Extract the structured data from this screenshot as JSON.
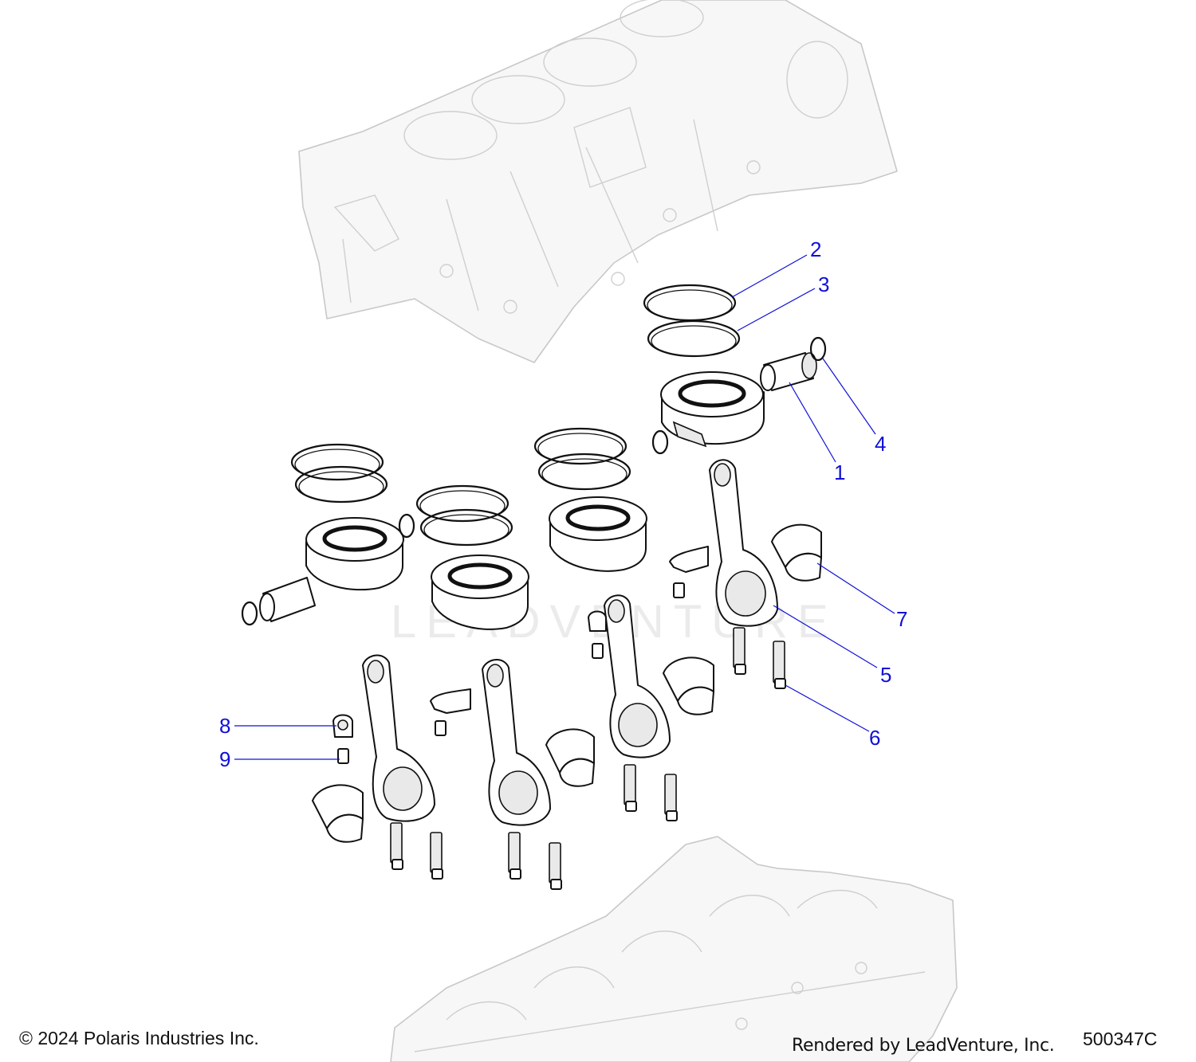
{
  "watermark": "LEADVENTURE",
  "callouts": [
    {
      "id": "1",
      "label": "1"
    },
    {
      "id": "2",
      "label": "2"
    },
    {
      "id": "3",
      "label": "3"
    },
    {
      "id": "4",
      "label": "4"
    },
    {
      "id": "5",
      "label": "5"
    },
    {
      "id": "6",
      "label": "6"
    },
    {
      "id": "7",
      "label": "7"
    },
    {
      "id": "8",
      "label": "8"
    },
    {
      "id": "9",
      "label": "9"
    }
  ],
  "footer": {
    "copyright": "© 2024 Polaris Industries Inc.",
    "rendered_by": "Rendered by LeadVenture, Inc.",
    "diagram_number": "500347C"
  },
  "colors": {
    "callout": "#1010d8",
    "outline": "#111111",
    "ghost": "#c8c8c8"
  }
}
